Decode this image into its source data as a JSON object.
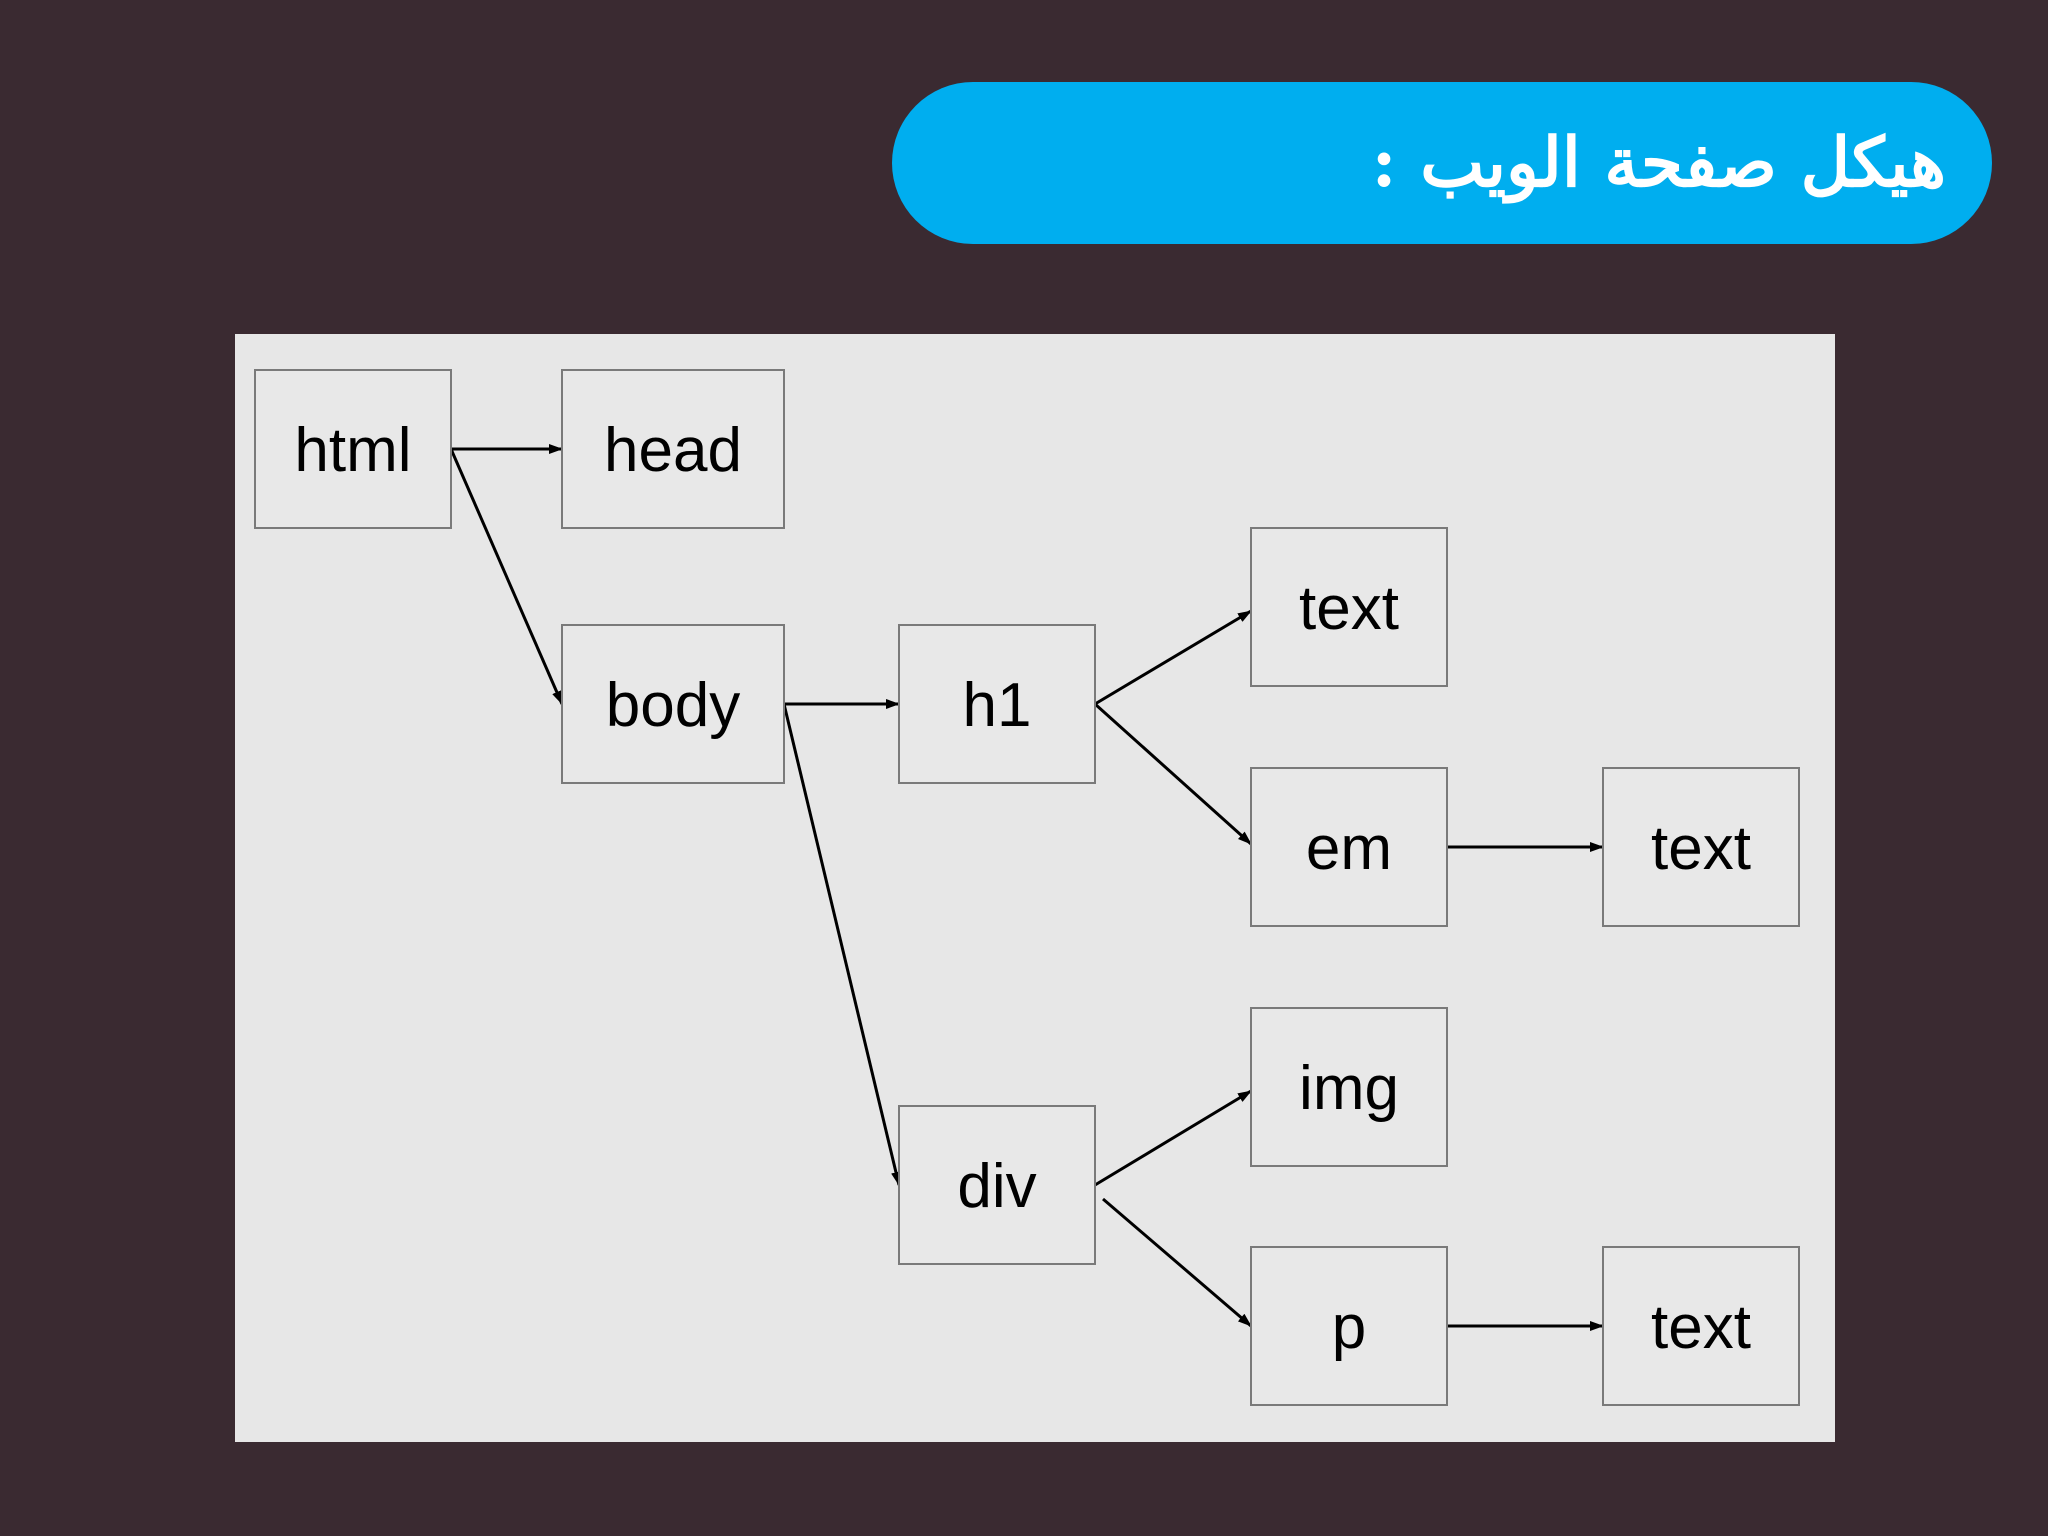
{
  "slide": {
    "title": "هيكل صفحة الويب :"
  },
  "colors": {
    "background": "#3a2a31",
    "accent": "#00aeef",
    "panel": "#e7e7e7",
    "node_fill": "#e8e8e8",
    "node_border": "#7a7a7a",
    "edge": "#000000"
  },
  "diagram": {
    "nodes": [
      {
        "id": "html",
        "label": "html"
      },
      {
        "id": "head",
        "label": "head"
      },
      {
        "id": "body",
        "label": "body"
      },
      {
        "id": "h1",
        "label": "h1"
      },
      {
        "id": "text1",
        "label": "text"
      },
      {
        "id": "em",
        "label": "em"
      },
      {
        "id": "text2",
        "label": "text"
      },
      {
        "id": "div",
        "label": "div"
      },
      {
        "id": "img",
        "label": "img"
      },
      {
        "id": "p",
        "label": "p"
      },
      {
        "id": "text3",
        "label": "text"
      }
    ],
    "edges": [
      {
        "from": "html",
        "to": "head"
      },
      {
        "from": "html",
        "to": "body"
      },
      {
        "from": "body",
        "to": "h1"
      },
      {
        "from": "body",
        "to": "div"
      },
      {
        "from": "h1",
        "to": "text1"
      },
      {
        "from": "h1",
        "to": "em"
      },
      {
        "from": "em",
        "to": "text2"
      },
      {
        "from": "div",
        "to": "img"
      },
      {
        "from": "div",
        "to": "p"
      },
      {
        "from": "p",
        "to": "text3"
      }
    ]
  }
}
